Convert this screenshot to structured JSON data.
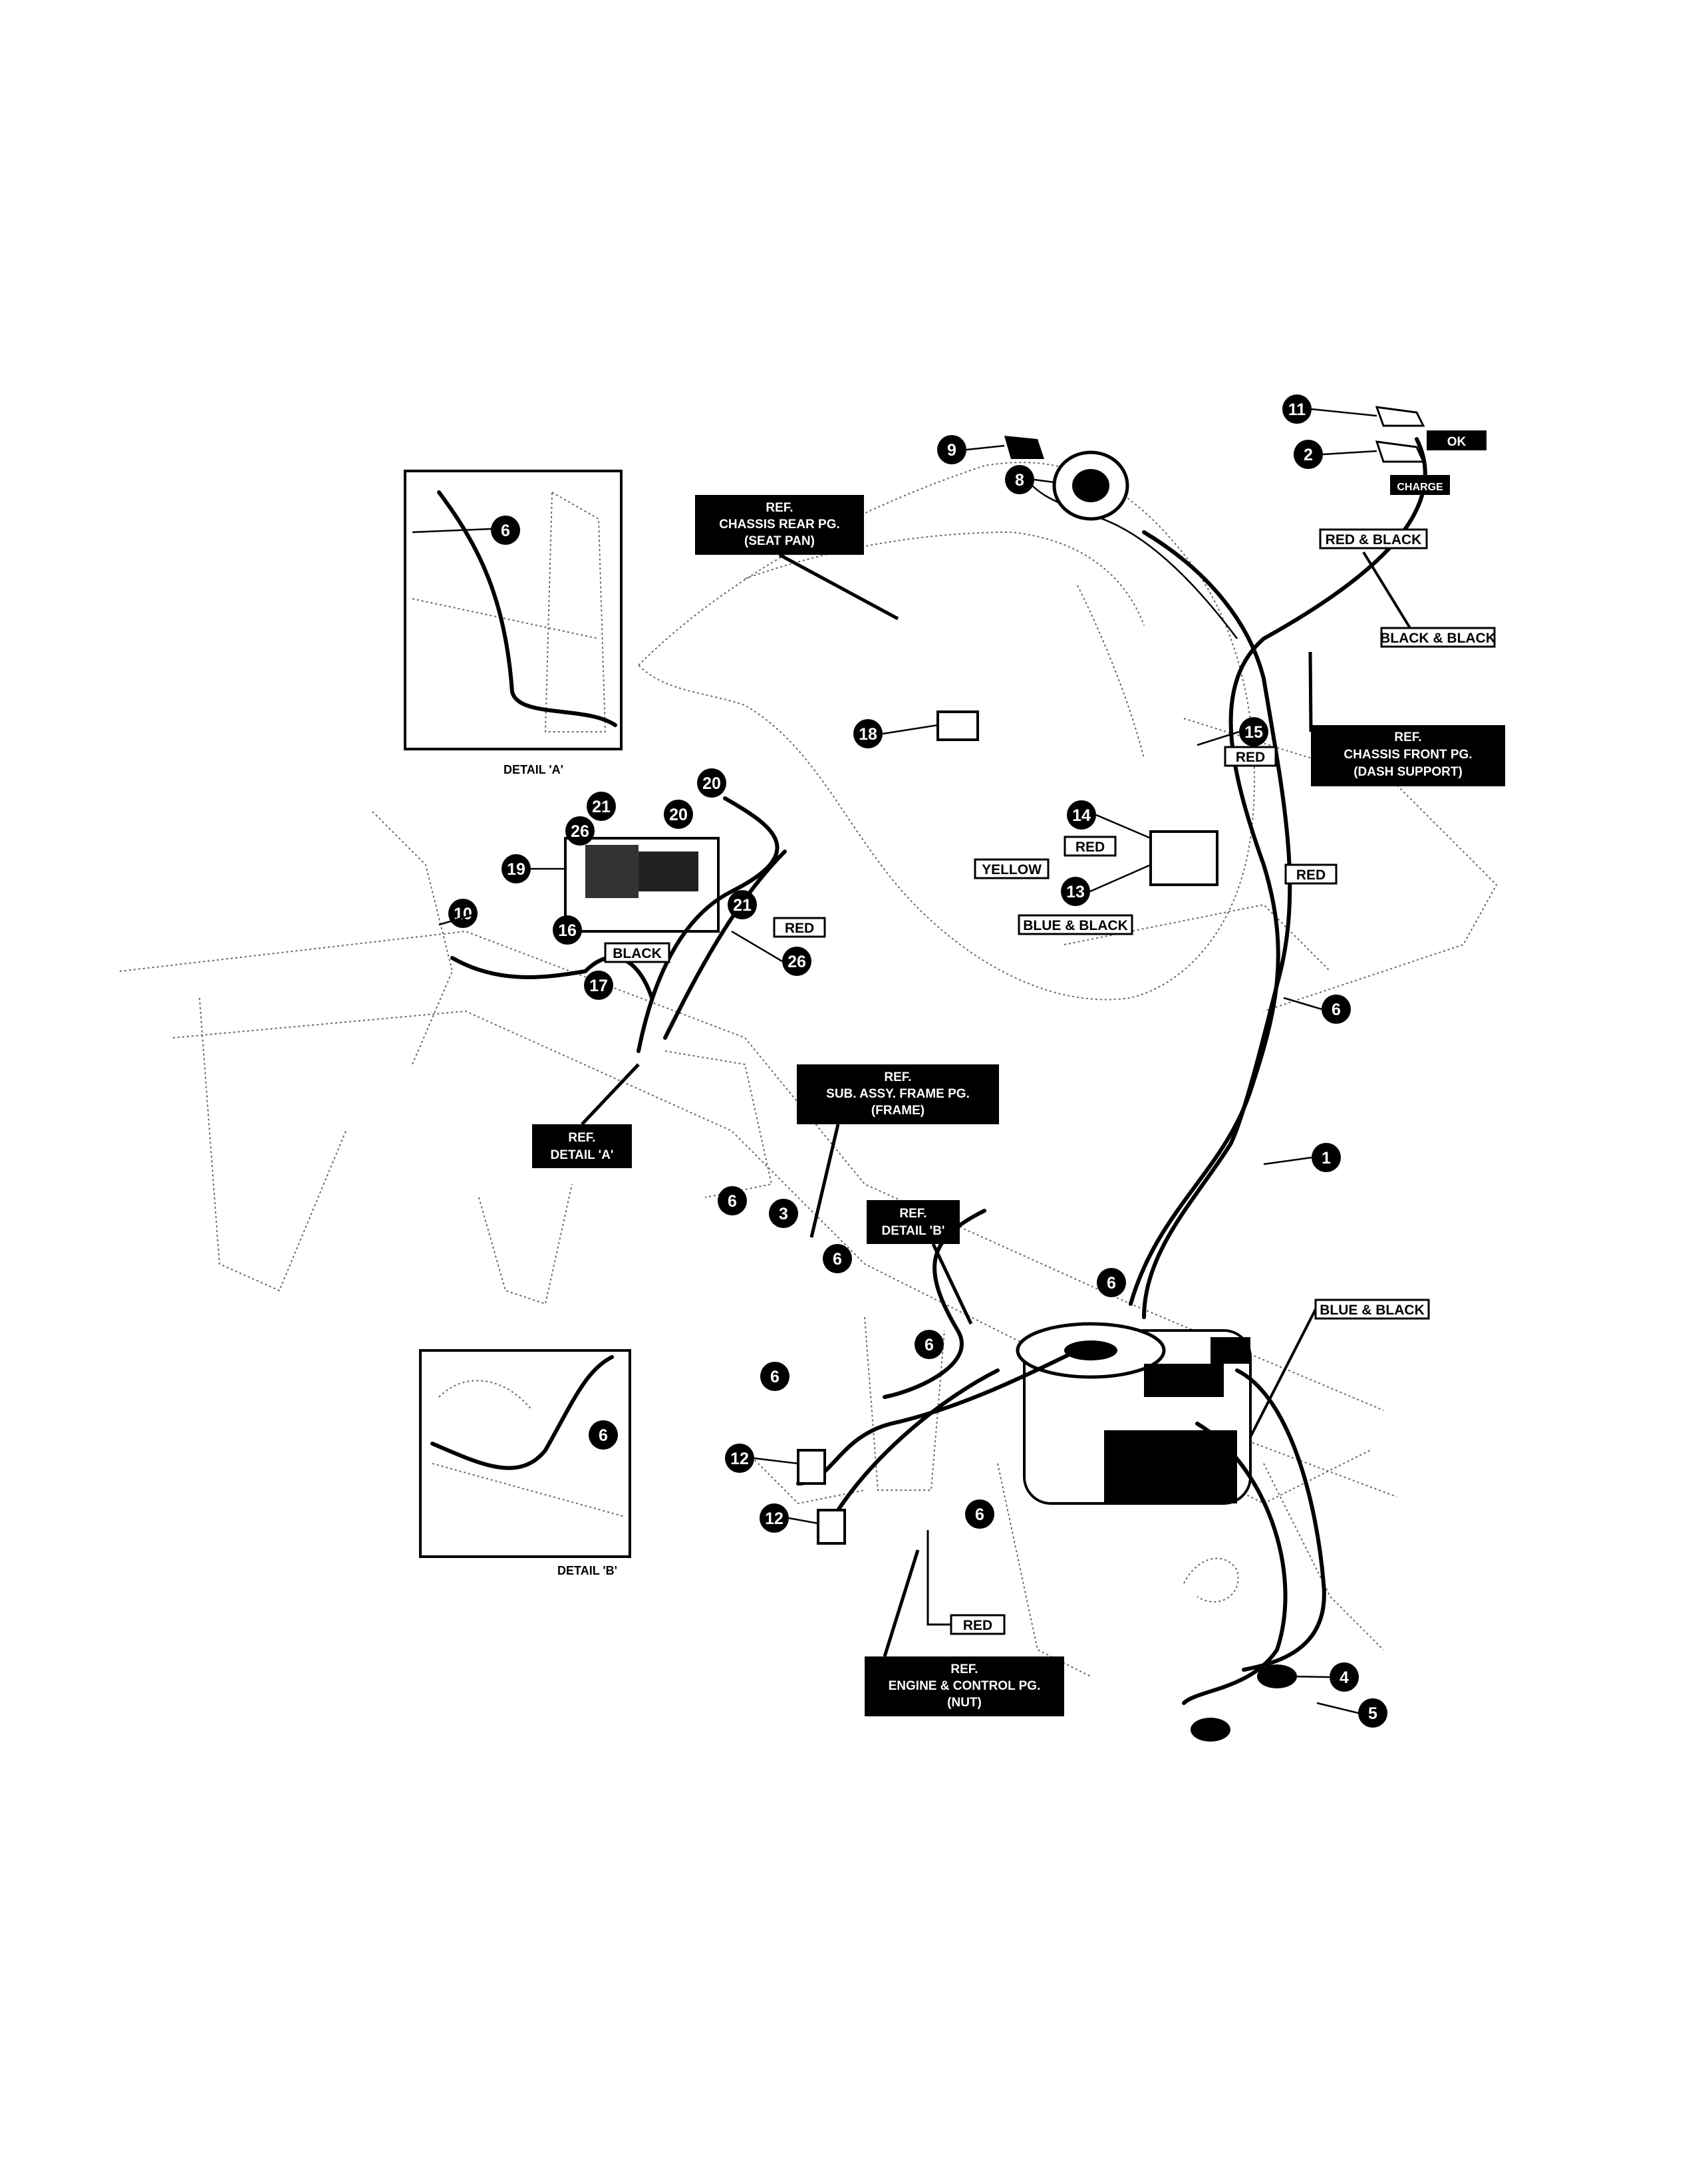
{
  "callouts": {
    "c1": "1",
    "c2": "2",
    "c3": "3",
    "c4": "4",
    "c5": "5",
    "c6": "6",
    "c8": "8",
    "c9": "9",
    "c10": "10",
    "c11": "11",
    "c12": "12",
    "c13": "13",
    "c14": "14",
    "c15": "15",
    "c16": "16",
    "c17": "17",
    "c18": "18",
    "c19": "19",
    "c20": "20",
    "c21": "21",
    "c26": "26"
  },
  "wire_labels": {
    "ok": "OK",
    "charge": "CHARGE",
    "red_black": "RED & BLACK",
    "black_black": "BLACK & BLACK",
    "red": "RED",
    "yellow": "YELLOW",
    "blue_black": "BLUE & BLACK",
    "black": "BLACK"
  },
  "references": {
    "chassis_rear": [
      "REF.",
      "CHASSIS REAR PG.",
      "(SEAT PAN)"
    ],
    "chassis_front": [
      "REF.",
      "CHASSIS FRONT PG.",
      "(DASH SUPPORT)"
    ],
    "detail_a_ref": [
      "REF.",
      "DETAIL 'A'"
    ],
    "sub_assy": [
      "REF.",
      "SUB. ASSY. FRAME PG.",
      "(FRAME)"
    ],
    "detail_b_ref": [
      "REF.",
      "DETAIL 'B'"
    ],
    "engine_control": [
      "REF.",
      "ENGINE & CONTROL PG.",
      "(NUT)"
    ]
  },
  "detail_captions": {
    "detail_a": "DETAIL 'A'",
    "detail_b": "DETAIL 'B'"
  },
  "colors": {
    "ink": "#000000",
    "outline": "#666666",
    "background": "#ffffff"
  }
}
